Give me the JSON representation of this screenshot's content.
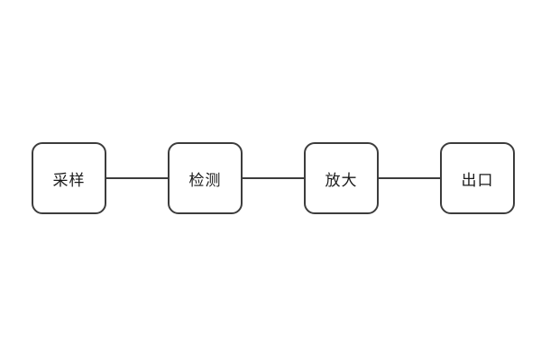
{
  "diagram": {
    "type": "flowchart",
    "direction": "horizontal",
    "nodes": [
      {
        "label": "采样"
      },
      {
        "label": "检测"
      },
      {
        "label": "放大"
      },
      {
        "label": "出口"
      }
    ],
    "connectors": [
      {
        "from": "采样",
        "to": "检测",
        "style": "plain-line"
      },
      {
        "from": "检测",
        "to": "放大",
        "style": "plain-line"
      },
      {
        "from": "放大",
        "to": "出口",
        "style": "plain-line"
      }
    ],
    "colors": {
      "background": "#ffffff",
      "node_fill": "#ffffff",
      "node_border": "#3c3c3c",
      "connector": "#3c3c3c",
      "text": "#1a1a1a"
    }
  }
}
